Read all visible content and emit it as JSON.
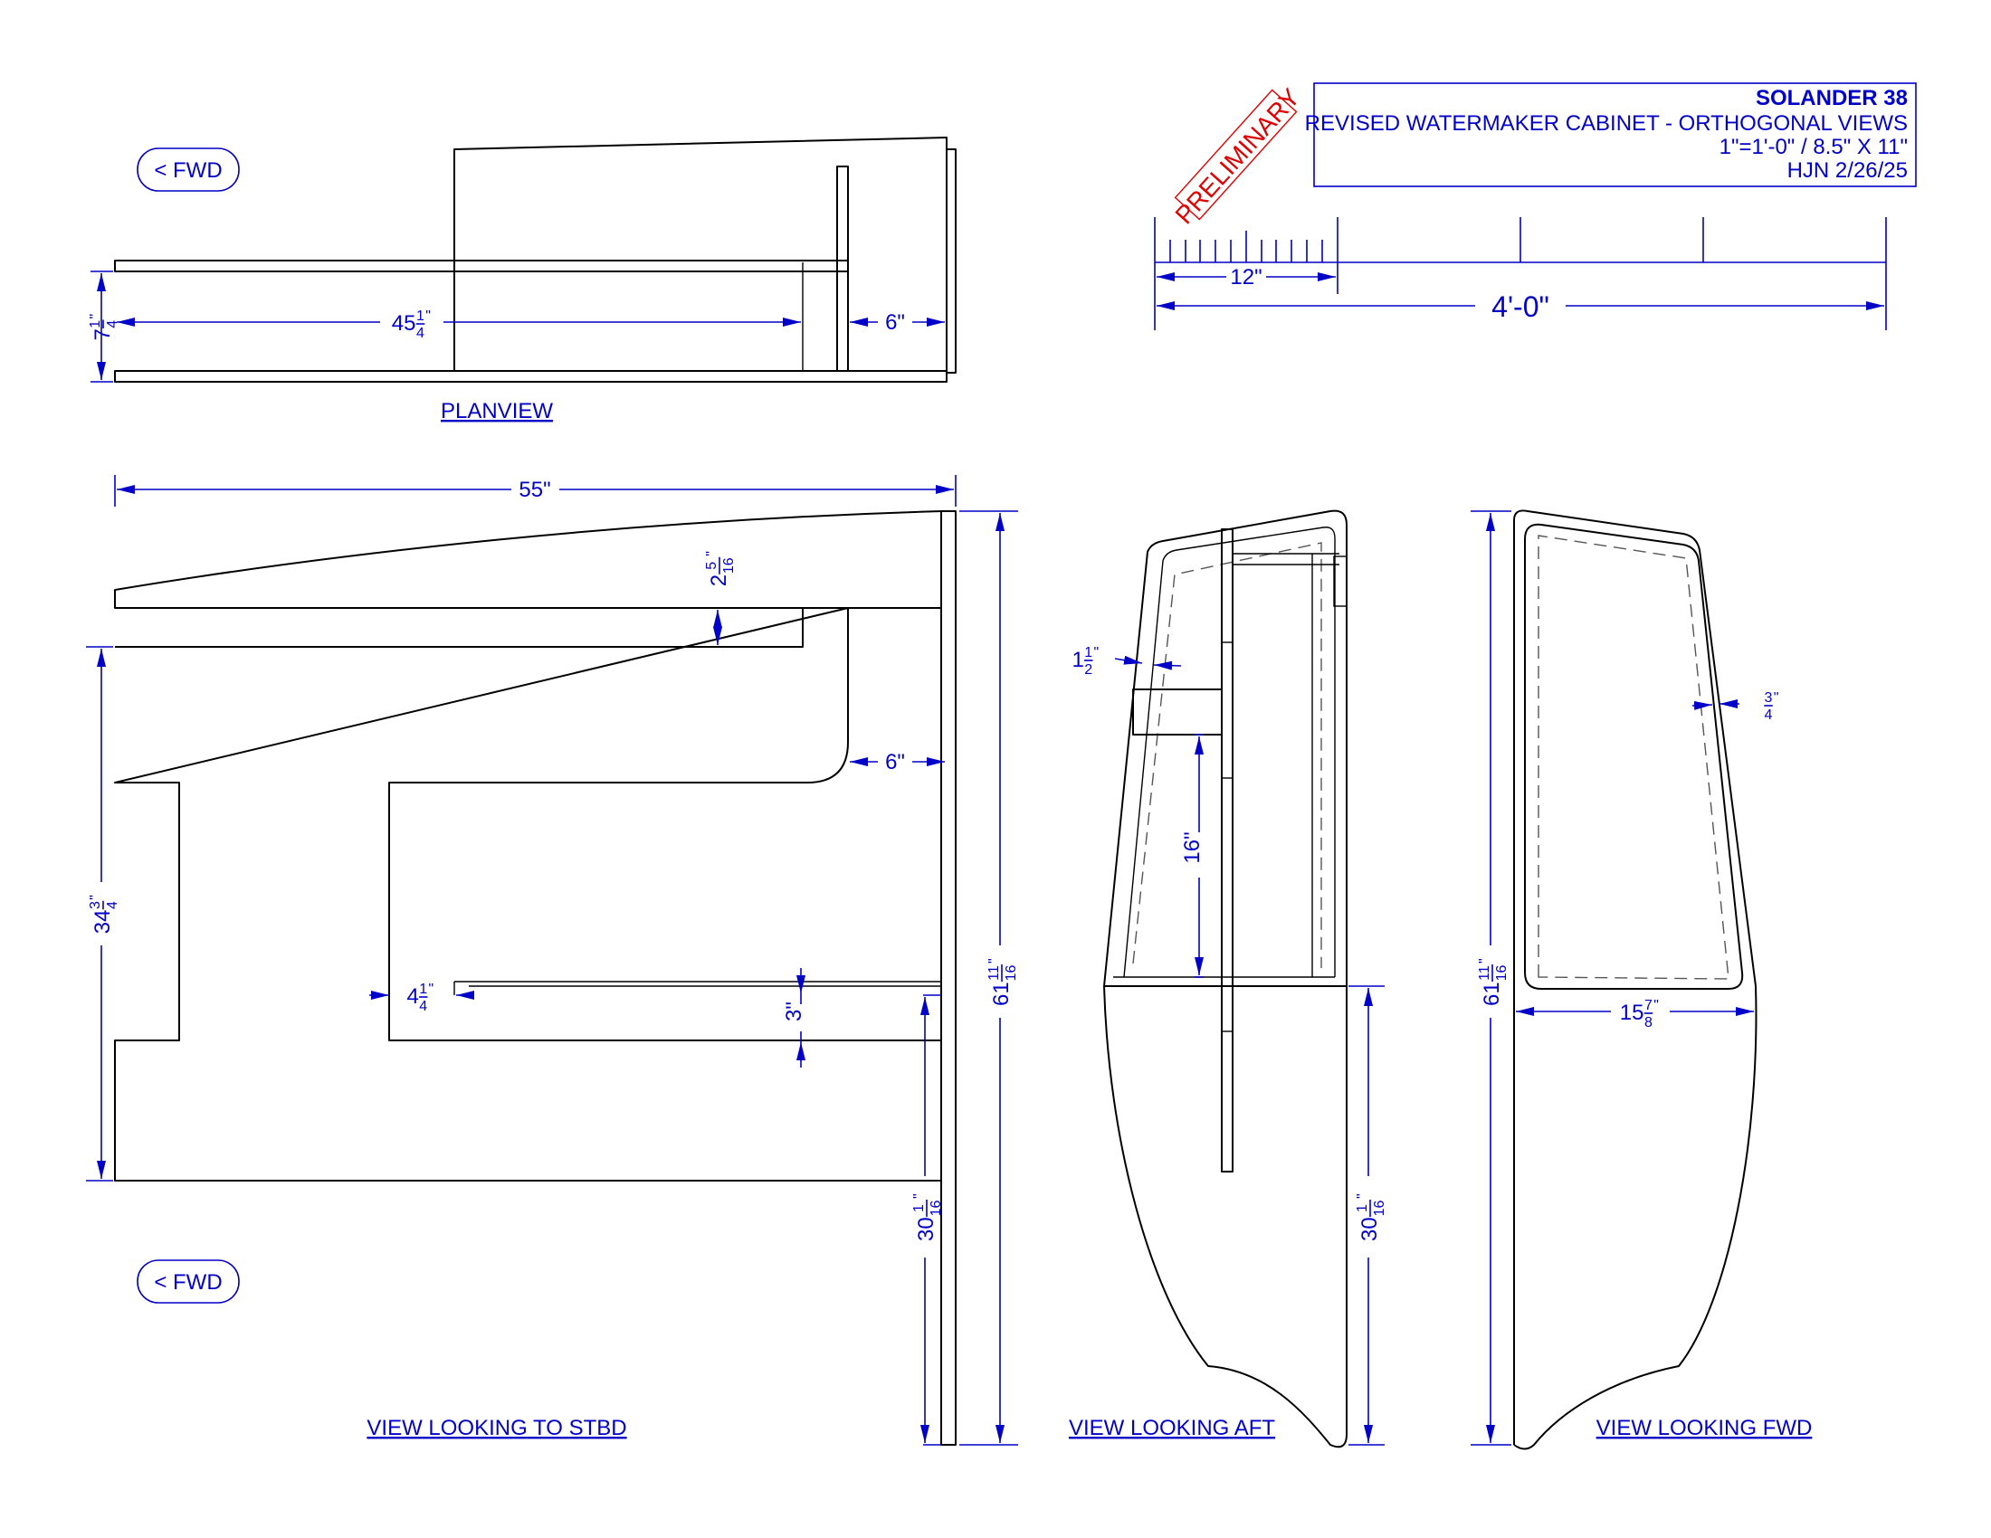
{
  "title_block": {
    "project": "SOLANDER 38",
    "title": "REVISED WATERMAKER CABINET - ORTHOGONAL VIEWS",
    "scale": "1\"=1'-0\" / 8.5\" X 11\"",
    "author_date": "HJN 2/26/25"
  },
  "stamp": "PRELIMINARY",
  "scale_bar": {
    "short_label": "12\"",
    "long_label": "4'-0\""
  },
  "direction_tag": "< FWD",
  "labels": {
    "planview": "PLANVIEW",
    "view_stbd": [
      "VIEW",
      "LOOKING",
      "TO",
      "STBD"
    ],
    "view_aft": [
      "VIEW",
      "LOOKING",
      "AFT"
    ],
    "view_fwd": [
      "VIEW",
      "LOOKING",
      "FWD"
    ]
  },
  "dimensions": {
    "plan_depth": {
      "whole": "7",
      "num": "1",
      "den": "4"
    },
    "plan_length": {
      "whole": "45",
      "num": "1",
      "den": "4"
    },
    "plan_six": "6\"",
    "overall_length": "55\"",
    "top_gap": {
      "whole": "2",
      "num": "5",
      "den": "16"
    },
    "side_six": "6\"",
    "cabinet_height": {
      "whole": "34",
      "num": "3",
      "den": "4"
    },
    "shelf_offset": {
      "whole": "4",
      "num": "1",
      "den": "4"
    },
    "shelf_three": "3\"",
    "total_height": {
      "whole": "61",
      "num": "11",
      "den": "16"
    },
    "base_height": {
      "whole": "30",
      "num": "1",
      "den": "16"
    },
    "aft_one_half": {
      "whole": "1",
      "num": "1",
      "den": "2"
    },
    "aft_sixteen": "16\"",
    "aft_base": {
      "whole": "30",
      "num": "1",
      "den": "16"
    },
    "fwd_total": {
      "whole": "61",
      "num": "11",
      "den": "16"
    },
    "fwd_three_quarter": {
      "whole": "",
      "num": "3",
      "den": "4"
    },
    "fwd_width": {
      "whole": "15",
      "num": "7",
      "den": "8"
    }
  }
}
